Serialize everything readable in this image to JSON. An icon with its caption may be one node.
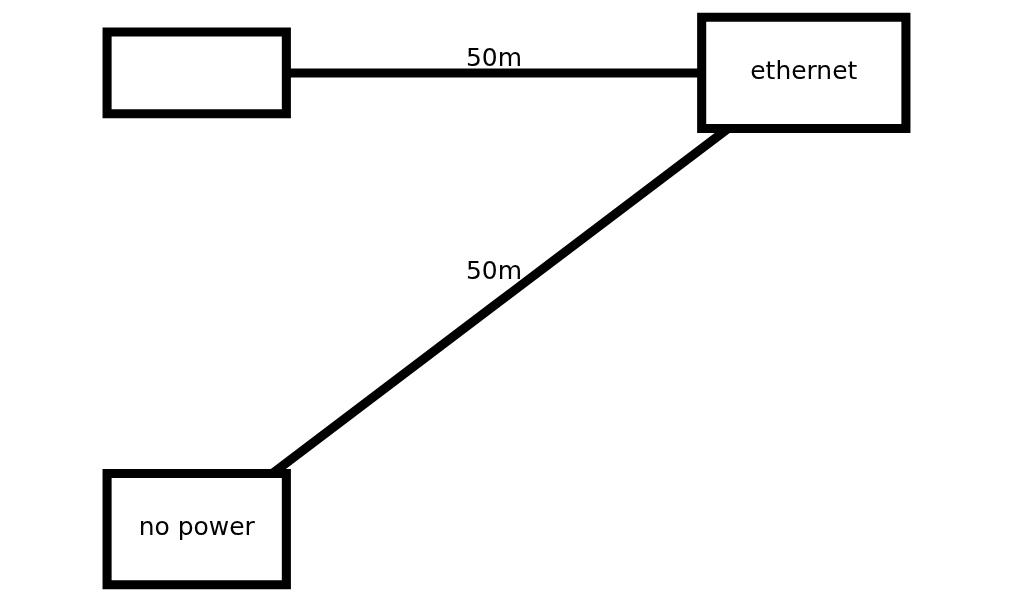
{
  "diagram": {
    "nodes": [
      {
        "text": [],
        "shape": "box"
      },
      {
        "text": [
          "ethernet"
        ]
      },
      {
        "text": [
          "no power"
        ]
      }
    ],
    "edges": [
      {
        "from": 0,
        "to": 1,
        "arrow": "none",
        "label": "50m"
      },
      {
        "from": 1,
        "to": 2,
        "arrow": "none",
        "label": "50m"
      }
    ]
  }
}
